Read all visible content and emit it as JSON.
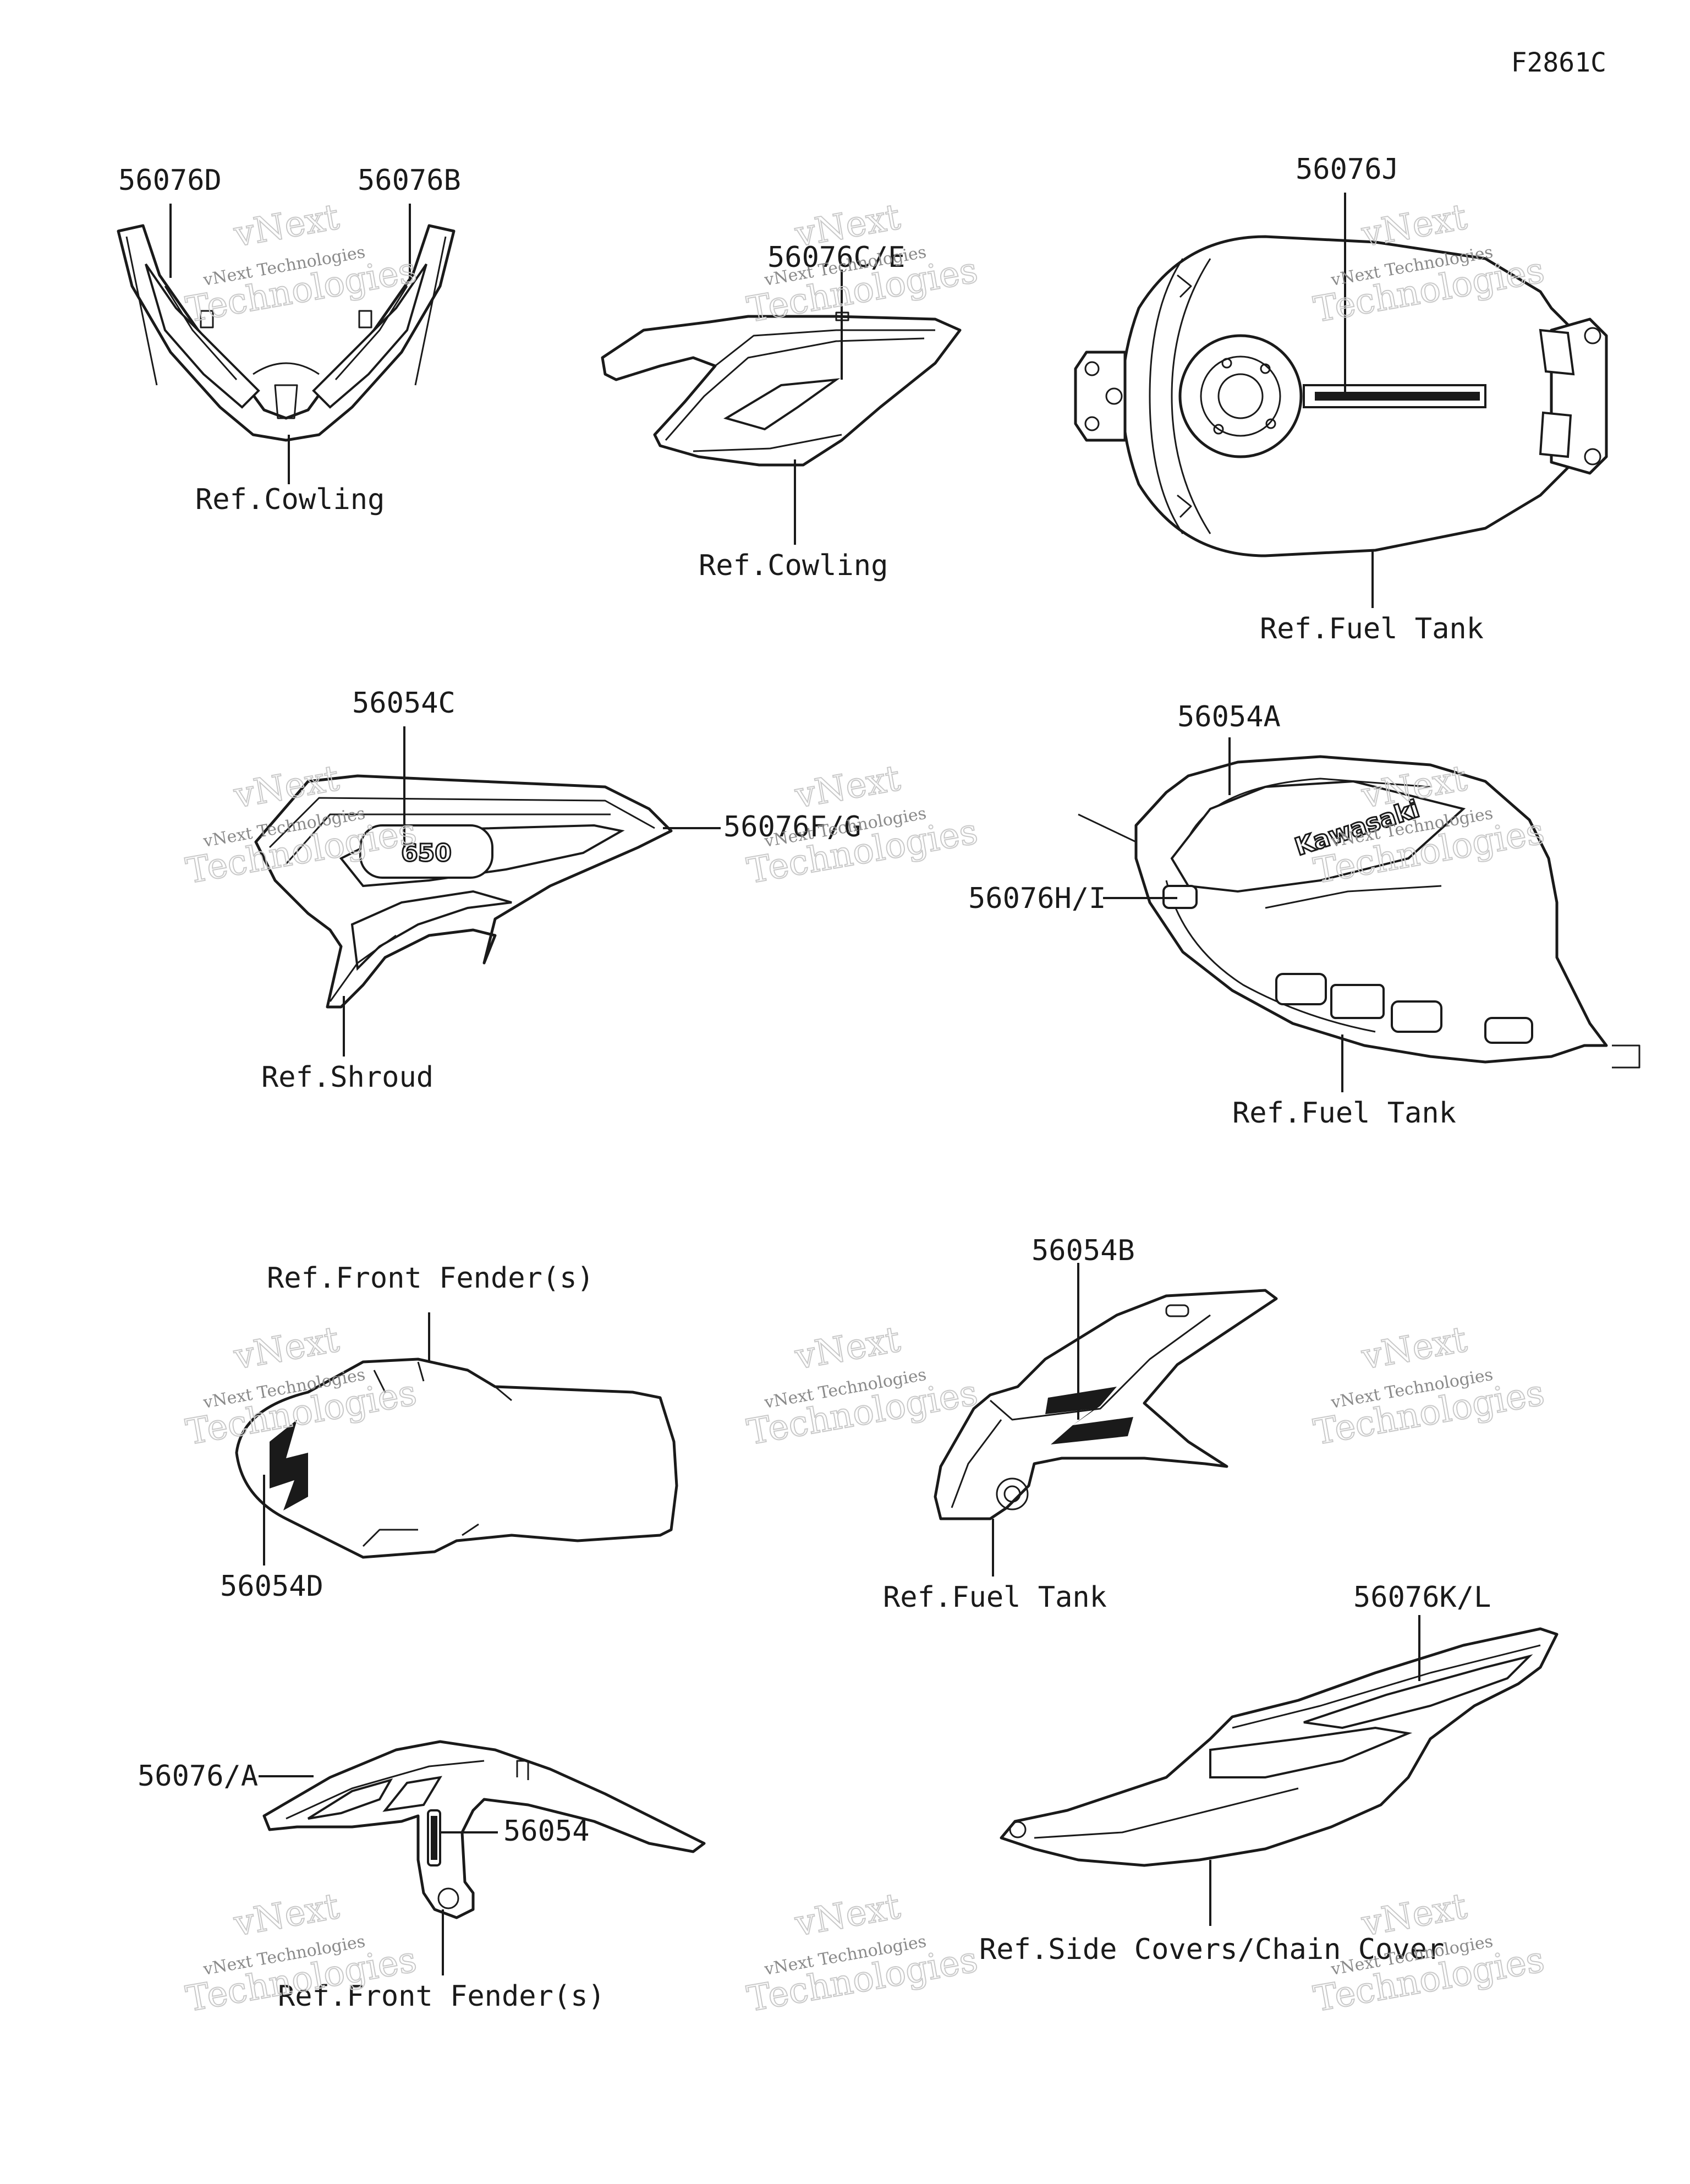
{
  "figure_code": "F2861C",
  "watermark": {
    "line1": "vNext Technologies",
    "line2": "Technologies",
    "brand": "vNext"
  },
  "labels": {
    "p56076D": "56076D",
    "p56076B": "56076B",
    "ref_cowling_1": "Ref.Cowling",
    "p56076C_E": "56076C/E",
    "ref_cowling_2": "Ref.Cowling",
    "p56076J": "56076J",
    "ref_fuel_tank_1": "Ref.Fuel Tank",
    "p56054C": "56054C",
    "p56076F_G": "56076F/G",
    "ref_shroud": "Ref.Shroud",
    "p56054A": "56054A",
    "p56076H_I": "56076H/I",
    "ref_fuel_tank_2": "Ref.Fuel Tank",
    "ref_front_fender_1": "Ref.Front Fender(s)",
    "p56054D": "56054D",
    "p56054B": "56054B",
    "ref_fuel_tank_3": "Ref.Fuel Tank",
    "p56076K_L": "56076K/L",
    "p56076_A": "56076/A",
    "p56054": "56054",
    "ref_front_fender_2": "Ref.Front Fender(s)",
    "ref_side_covers": "Ref.Side Covers/Chain Cover"
  },
  "decals": {
    "shroud_number": "650",
    "tank_logo": "Kawasaki",
    "z_mark": "Z"
  }
}
